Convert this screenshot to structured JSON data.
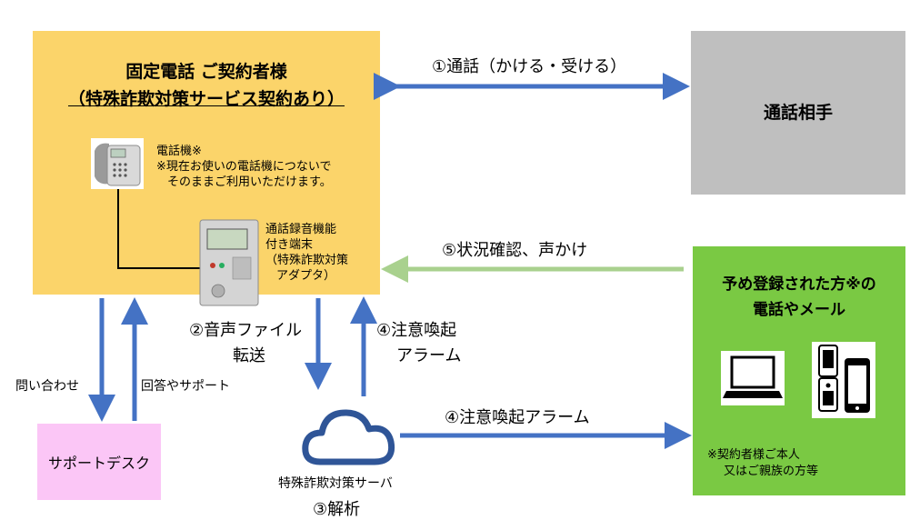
{
  "customer": {
    "title": "固定電話 ご契約者様",
    "subtitle": "（特殊詐欺対策サービス契約あり）",
    "phone_label": "電話機※",
    "phone_note_1": "※現在お使いの電話機につないで",
    "phone_note_2": "そのままご利用いただけます。",
    "adapter_lines": [
      "通話録音機能",
      "付き端末",
      "（特殊詐欺対策",
      "アダプタ）"
    ]
  },
  "partner": {
    "label": "通話相手"
  },
  "registered": {
    "title_line1": "予め登録された方※の",
    "title_line2": "電話やメール",
    "note_line1": "※契約者様ご本人",
    "note_line2": "又はご親族の方等"
  },
  "support": {
    "label": "サポートデスク"
  },
  "server": {
    "label": "特殊詐欺対策サーバ",
    "step_label": "③解析"
  },
  "flows": {
    "call": "①通話（かける・受ける）",
    "status_check": "⑤状況確認、声かけ",
    "audio_transfer_1": "②音声ファイル",
    "audio_transfer_2": "転送",
    "alarm_up_1": "④注意喚起",
    "alarm_up_2": "アラーム",
    "alarm_right": "④注意喚起アラーム",
    "inquiry": "問い合わせ",
    "reply": "回答やサポート"
  },
  "colors": {
    "customer_bg": "#fbd46a",
    "partner_bg": "#bfbfbf",
    "registered_bg": "#7ac943",
    "support_bg": "#fbc6f6",
    "arrow_blue": "#4472c4",
    "arrow_green": "#a9d18e"
  },
  "icons": [
    "telephone-icon",
    "adapter-device-icon",
    "cloud-icon",
    "laptop-icon",
    "flip-phone-icon",
    "smartphone-icon"
  ]
}
